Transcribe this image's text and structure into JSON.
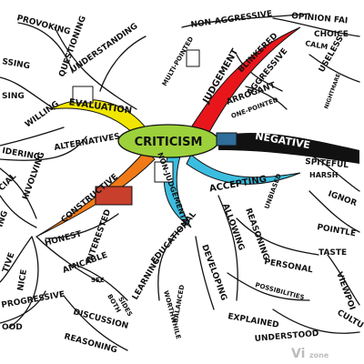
{
  "center": {
    "label": "CRITICISM"
  },
  "branches": {
    "evaluation": {
      "label": "EVALUATION",
      "color": "#f2e600"
    },
    "judgement": {
      "label": "JUDGEMENT",
      "color": "#e8161b"
    },
    "negative": {
      "label": "NEGATIVE",
      "color": "#111111"
    },
    "constructive": {
      "label": "CONSTRUCTIVE",
      "color": "#f07a18"
    },
    "nonjudge": {
      "label": "NON-JUDGEMENTAL",
      "color": "#3bbde0"
    },
    "accepting": {
      "label": "ACCEPTING",
      "color": "#3bbde0"
    }
  },
  "center_color": "#9dd13b",
  "words": {
    "provoking": "PROVOKING",
    "questioning": "QUESTIONING",
    "understanding_top": "UNDERSTANDING",
    "assessing": "SSING",
    "sing": "SING",
    "willing": "WILLING",
    "alternatives": "ALTERNATIVES",
    "considering": "IDERING",
    "involving": "INVOLVING",
    "social": "CIAL",
    "ing": "ING",
    "tive": "TIVE",
    "honest": "HONEST",
    "interested": "INTERESTED",
    "nice": "NICE",
    "amicable": "AMICABLE",
    "see": "SEE",
    "both": "BOTH",
    "sides": "SIDES",
    "progressive": "PROGRESSIVE",
    "discussion": "DISCUSSION",
    "good": "OOD",
    "reasoning_bottom": "REASONING",
    "non_aggressive": "NON-AGGRESSIVE",
    "opinion": "OPINION FAI",
    "choice": "CHOICE",
    "multi_pointed": "MULTI-POINTED",
    "calm": "CALM",
    "blinkered": "BLINKERED",
    "aggressive": "AGGRESSIVE",
    "arrogant": "ARROGANT",
    "one_pointed": "ONE-POINTED",
    "useless": "USELESS",
    "nightmare": "NIGHTMARE",
    "spiteful": "SPITEFUL",
    "harsh": "HARSH",
    "ignore": "IGNOR",
    "pointless": "POINTLE",
    "unbiased": "UNBIASED",
    "allowing": "ALLOWING",
    "reasoning_mid": "REASONING",
    "educational": "EDUCATIONAL",
    "learning": "LEARNING",
    "developing": "DEVELOPING",
    "worthwhile": "WORTHWHILE",
    "balanced": "BALANCED",
    "personal": "PERSONAL",
    "taste": "TASTE",
    "possibilities": "POSSIBILITIES",
    "viewpoint": "VIEWPOI",
    "explained": "EXPLAINED",
    "understood": "UNDERSTOOD",
    "culture": "CULTU"
  },
  "watermark": {
    "prefix": "Vi",
    "suffix": "zone"
  }
}
